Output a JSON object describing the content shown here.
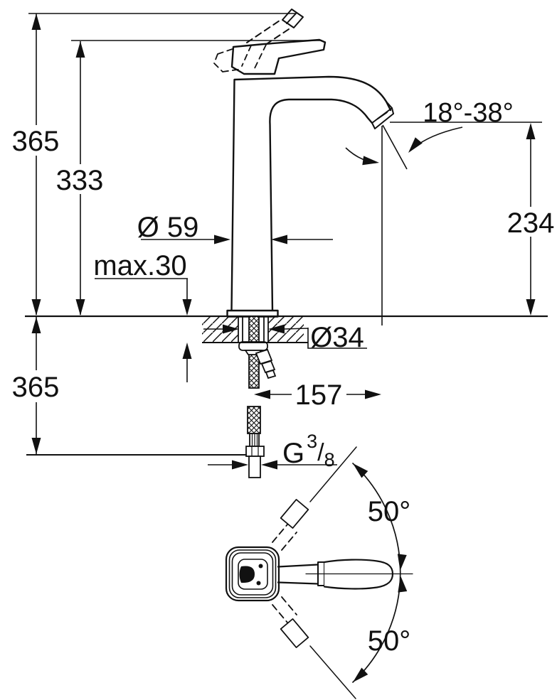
{
  "dims": {
    "total_height": "365",
    "spout_top_height": "333",
    "body_diameter": "Ø 59",
    "max_deck_thickness": "max.30",
    "below_deck_length": "365",
    "spray_angle": "18°-38°",
    "outlet_height": "234",
    "hole_diameter": "Ø34",
    "outlet_offset": "157",
    "thread_G": "G",
    "thread_num": "3",
    "thread_slash": "/",
    "thread_den": "8",
    "swing_upper": "50°",
    "swing_lower": "50°"
  }
}
